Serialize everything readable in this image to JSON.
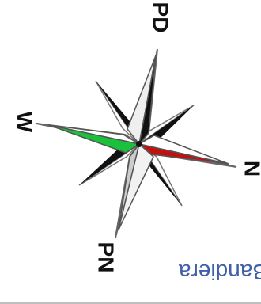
{
  "compass": {
    "label_n": "N",
    "label_w": "W",
    "label_pd": "PD",
    "label_pn": "PN"
  },
  "caption": {
    "text": "Bandiera"
  },
  "colors": {
    "green": "#19c23a",
    "red": "#c40f0f",
    "black": "#111111",
    "gray_light": "#e8e8e8",
    "gray_mid": "#c9c9c9",
    "caption_blue": "#3f5fa8",
    "border": "#bfbfbf"
  }
}
